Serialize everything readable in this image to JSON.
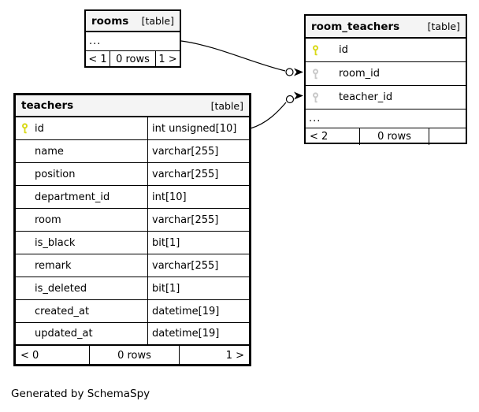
{
  "diagram": {
    "generator_note": "Generated by SchemaSpy",
    "colors": {
      "background": "#ffffff",
      "header_bg": "#f4f4f4",
      "border": "#000000",
      "primary_key_icon": "#d9d919",
      "foreign_key_icon": "#c9c9c9"
    },
    "icons": {
      "primary_key": "key-icon yellow",
      "foreign_key": "key-icon gray"
    },
    "tables": {
      "rooms": {
        "name": "rooms",
        "tag": "[table]",
        "ellipsis": "...",
        "footer": {
          "prev": "< 1",
          "rows": "0 rows",
          "next": "1 >"
        }
      },
      "room_teachers": {
        "name": "room_teachers",
        "tag": "[table]",
        "columns": [
          {
            "name": "id",
            "key": "primary"
          },
          {
            "name": "room_id",
            "key": "foreign"
          },
          {
            "name": "teacher_id",
            "key": "foreign"
          }
        ],
        "ellipsis": "...",
        "footer": {
          "prev": "< 2",
          "rows": "0 rows",
          "next": ""
        }
      },
      "teachers": {
        "name": "teachers",
        "tag": "[table]",
        "columns": [
          {
            "name": "id",
            "type": "int unsigned[10]",
            "key": "primary"
          },
          {
            "name": "name",
            "type": "varchar[255]",
            "key": ""
          },
          {
            "name": "position",
            "type": "varchar[255]",
            "key": ""
          },
          {
            "name": "department_id",
            "type": "int[10]",
            "key": ""
          },
          {
            "name": "room",
            "type": "varchar[255]",
            "key": ""
          },
          {
            "name": "is_black",
            "type": "bit[1]",
            "key": ""
          },
          {
            "name": "remark",
            "type": "varchar[255]",
            "key": ""
          },
          {
            "name": "is_deleted",
            "type": "bit[1]",
            "key": ""
          },
          {
            "name": "created_at",
            "type": "datetime[19]",
            "key": ""
          },
          {
            "name": "updated_at",
            "type": "datetime[19]",
            "key": ""
          }
        ],
        "footer": {
          "prev": "< 0",
          "rows": "0 rows",
          "next": "1 >"
        }
      }
    },
    "relationships": [
      {
        "from_table": "rooms",
        "to_table": "room_teachers",
        "to_column": "room_id"
      },
      {
        "from_table": "teachers",
        "from_column": "id",
        "to_table": "room_teachers",
        "to_column": "teacher_id"
      }
    ]
  }
}
